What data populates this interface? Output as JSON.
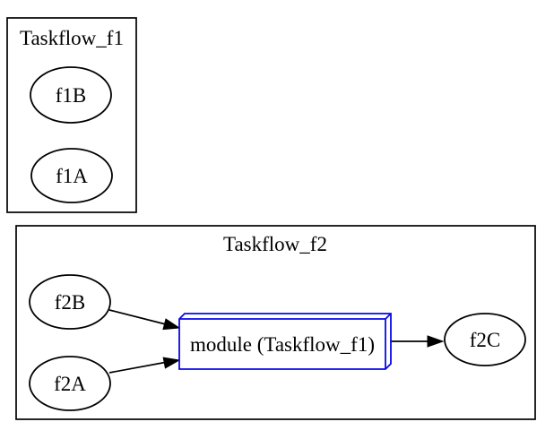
{
  "diagram": {
    "kind": "taskflow-graph",
    "background": "#ffffff",
    "colors": {
      "cluster_border": "#000000",
      "node_stroke": "#000000",
      "module_stroke": "#0808e8",
      "edge": "#000000",
      "text": "#000000"
    },
    "clusters": [
      {
        "id": "Taskflow_f1",
        "label": "Taskflow_f1",
        "nodes": [
          {
            "id": "f1B",
            "label": "f1B",
            "shape": "ellipse"
          },
          {
            "id": "f1A",
            "label": "f1A",
            "shape": "ellipse"
          }
        ]
      },
      {
        "id": "Taskflow_f2",
        "label": "Taskflow_f2",
        "nodes": [
          {
            "id": "f2B",
            "label": "f2B",
            "shape": "ellipse"
          },
          {
            "id": "f2A",
            "label": "f2A",
            "shape": "ellipse"
          },
          {
            "id": "module",
            "label": "module (Taskflow_f1)",
            "shape": "box3d"
          },
          {
            "id": "f2C",
            "label": "f2C",
            "shape": "ellipse"
          }
        ]
      }
    ],
    "edges": [
      {
        "from": "f2B",
        "to": "module"
      },
      {
        "from": "f2A",
        "to": "module"
      },
      {
        "from": "module",
        "to": "f2C"
      }
    ]
  }
}
